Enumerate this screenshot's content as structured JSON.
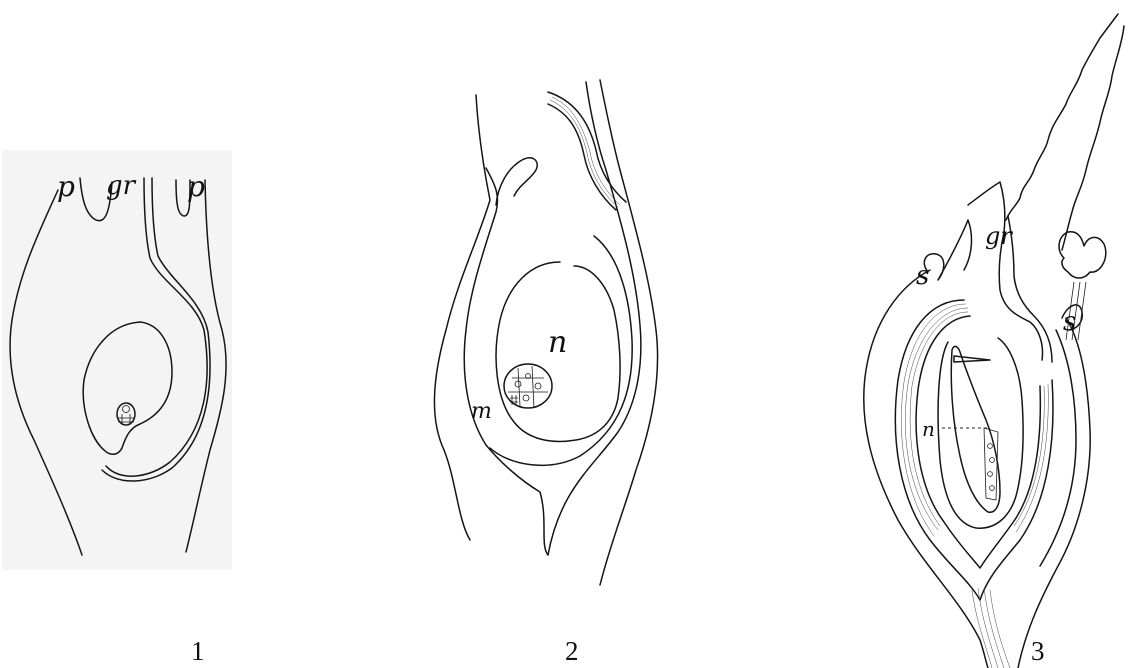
{
  "figures": [
    {
      "number": "1",
      "labels": {
        "left_p": "p",
        "center_gr": "gr",
        "right_p": "p"
      }
    },
    {
      "number": "2",
      "labels": {
        "n": "n",
        "m": "m"
      }
    },
    {
      "number": "3",
      "labels": {
        "gr": "gr",
        "s_left": "s",
        "s_right": "s",
        "n": "n"
      }
    }
  ]
}
